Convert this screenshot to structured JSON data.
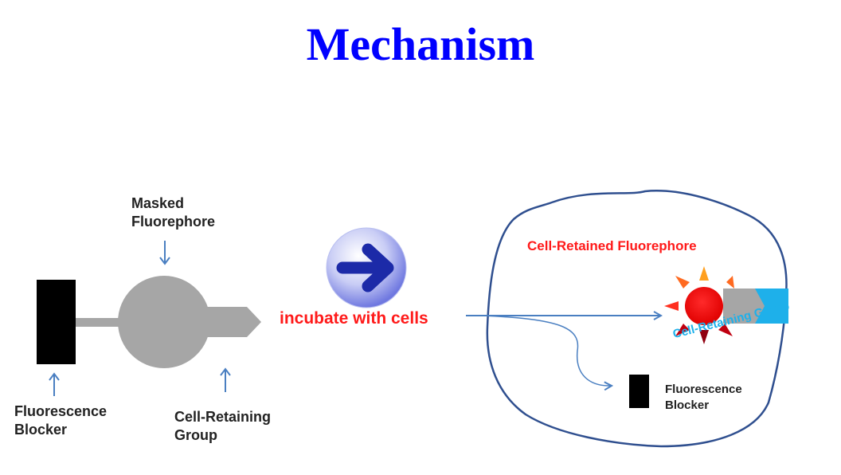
{
  "title": "Mechanism",
  "left_molecule": {
    "masked_fluorephore_line1": "Masked",
    "masked_fluorephore_line2": "Fluorephore",
    "fluorescence_blocker_line1": "Fluorescence",
    "fluorescence_blocker_line2": "Blocker",
    "cell_retaining_line1": "Cell-Retaining",
    "cell_retaining_line2": "Group"
  },
  "step": {
    "label": "incubate with cells",
    "icon": "arrow-right-circle-icon"
  },
  "cell": {
    "retained_label": "Cell-Retained Fluorephore",
    "retaining_group_label": "Cell-Retaining Group",
    "blocker_line1": "Fluorescence",
    "blocker_line2": "Blocker"
  },
  "colors": {
    "title": "#0000ff",
    "accent_red": "#ff1a1a",
    "arrow_blue": "#4a7fc1",
    "cell_outline": "#2f4f8f",
    "molecule_gray": "#a6a6a6",
    "retaining_cyan": "#1eb0ea"
  }
}
